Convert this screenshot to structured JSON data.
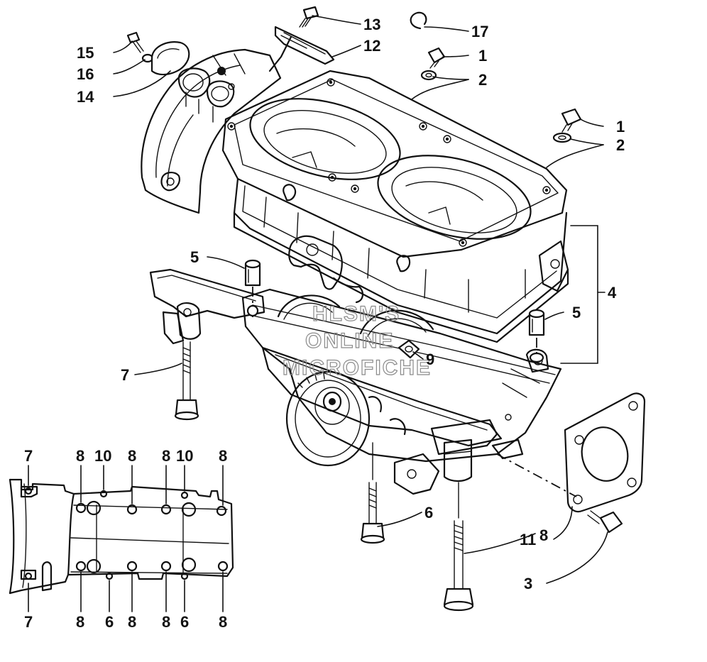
{
  "watermark": {
    "line1": "HLSM'S",
    "line2": "ONLINE",
    "line3": "MICROFICHE"
  },
  "callouts": [
    {
      "id": "c15",
      "label": "15"
    },
    {
      "id": "c16",
      "label": "16"
    },
    {
      "id": "c14",
      "label": "14"
    },
    {
      "id": "c13",
      "label": "13"
    },
    {
      "id": "c12",
      "label": "12"
    },
    {
      "id": "c17",
      "label": "17"
    },
    {
      "id": "c1a",
      "label": "1"
    },
    {
      "id": "c2a",
      "label": "2"
    },
    {
      "id": "c1b",
      "label": "1"
    },
    {
      "id": "c2b",
      "label": "2"
    },
    {
      "id": "c4",
      "label": "4"
    },
    {
      "id": "c5a",
      "label": "5"
    },
    {
      "id": "c5b",
      "label": "5"
    },
    {
      "id": "c9",
      "label": "9"
    },
    {
      "id": "c7",
      "label": "7"
    },
    {
      "id": "c6",
      "label": "6"
    },
    {
      "id": "c8",
      "label": "8"
    },
    {
      "id": "c11",
      "label": "11"
    },
    {
      "id": "c3",
      "label": "3"
    }
  ],
  "inset_top_labels": [
    "7",
    "8",
    "10",
    "8",
    "8",
    "10",
    "8"
  ],
  "inset_bottom_labels": [
    "7",
    "8",
    "6",
    "8",
    "8",
    "6",
    "8"
  ]
}
